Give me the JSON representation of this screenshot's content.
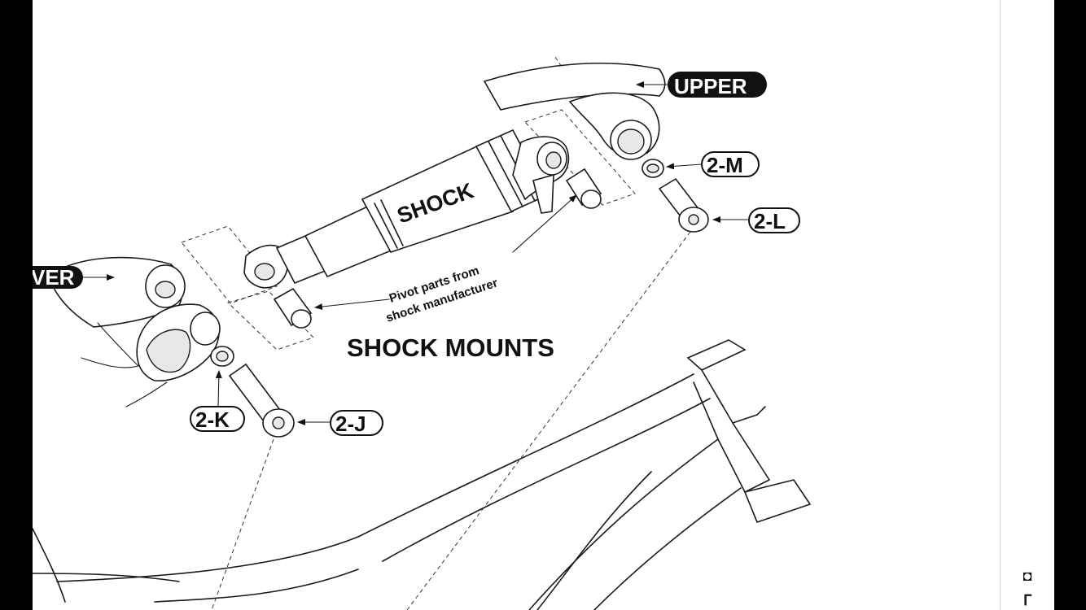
{
  "diagram": {
    "title": "SHOCK MOUNTS",
    "shock_label": "SHOCK",
    "note_line1": "Pivot parts from",
    "note_line2": "shock manufacturer",
    "callouts": {
      "upper": "UPPER",
      "lower": "VER",
      "m": "2-M",
      "l": "2-L",
      "k": "2-K",
      "j": "2-J"
    }
  },
  "sidebar": {
    "glyph_top": "◘",
    "glyph_bottom": "ᒥ"
  }
}
